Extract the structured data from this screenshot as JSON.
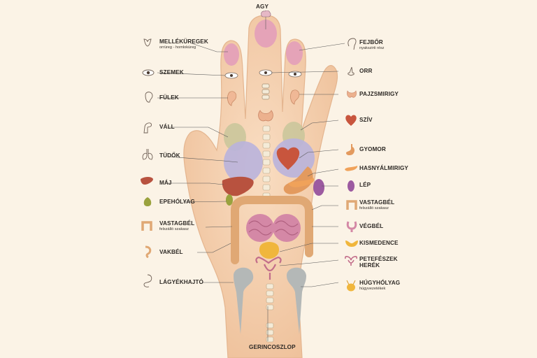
{
  "colors": {
    "background": "#fbf3e6",
    "skin": "#f6d6b8",
    "skin_shadow": "#eebf97",
    "fingertip": "#e5a3b8",
    "shoulder_zone": "#c8c69a",
    "lung_zone": "#b9b3dc",
    "organ_red": "#c8553d",
    "colon": "#e0a874",
    "intestine": "#d488a6",
    "bladder": "#f0b63c",
    "groin_zone": "#b4b8b7",
    "leader_line": "#555555"
  },
  "labels": {
    "top": {
      "title": "AGY",
      "icon": "brain-icon"
    },
    "bottom": {
      "title": "GERINCOSZLOP",
      "icon": "spine-icon"
    },
    "left": [
      {
        "title": "MELLÉKÜREGEK",
        "sub": "orrüreg - homloküreg",
        "icon": "sinus-icon"
      },
      {
        "title": "SZEMEK",
        "sub": "",
        "icon": "eye-icon"
      },
      {
        "title": "FÜLEK",
        "sub": "",
        "icon": "ear-icon"
      },
      {
        "title": "VÁLL",
        "sub": "",
        "icon": "shoulder-icon"
      },
      {
        "title": "TÜDŐK",
        "sub": "",
        "icon": "lungs-icon"
      },
      {
        "title": "MÁJ",
        "sub": "",
        "icon": "liver-icon"
      },
      {
        "title": "EPEHÓLYAG",
        "sub": "",
        "icon": "gallbladder-icon"
      },
      {
        "title": "VASTAGBÉL",
        "sub": "felszálló szakasz",
        "icon": "colon-icon"
      },
      {
        "title": "VAKBÉL",
        "sub": "",
        "icon": "appendix-icon"
      },
      {
        "title": "LÁGYÉKHAJTÓ",
        "sub": "",
        "icon": "groin-icon"
      }
    ],
    "right": [
      {
        "title": "FEJBŐR",
        "sub": "nyakszirti rész",
        "icon": "head-icon"
      },
      {
        "title": "ORR",
        "sub": "",
        "icon": "nose-icon"
      },
      {
        "title": "PAJZSMIRIGY",
        "sub": "",
        "icon": "thyroid-icon"
      },
      {
        "title": "SZÍV",
        "sub": "",
        "icon": "heart-icon"
      },
      {
        "title": "GYOMOR",
        "sub": "",
        "icon": "stomach-icon"
      },
      {
        "title": "HASNYÁLMIRIGY",
        "sub": "",
        "icon": "pancreas-icon"
      },
      {
        "title": "LÉP",
        "sub": "",
        "icon": "spleen-icon"
      },
      {
        "title": "VASTAGBÉL",
        "sub": "felszálló szakasz",
        "icon": "colon-icon"
      },
      {
        "title": "VÉGBÉL",
        "sub": "",
        "icon": "rectum-icon"
      },
      {
        "title": "KISMEDENCE",
        "sub": "",
        "icon": "pelvis-icon"
      },
      {
        "title": "PETEFÉSZEK",
        "sub": "HERÉK",
        "icon": "ovaries-icon"
      },
      {
        "title": "HÚGYHÓLYAG",
        "sub": "húgyvezetékek",
        "icon": "bladder-icon"
      }
    ]
  }
}
